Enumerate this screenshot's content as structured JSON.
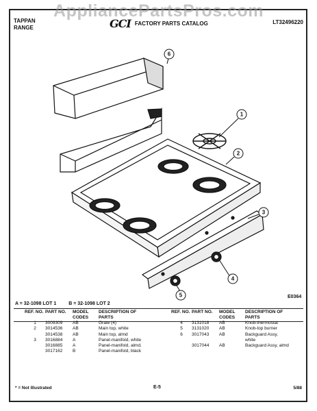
{
  "watermark": "AppliancePartsPros.com",
  "header": {
    "brand_line1": "TAPPAN",
    "brand_line2": "RANGE",
    "logo": "GCI",
    "catalog": "FACTORY PARTS CATALOG",
    "model": "LT32496220"
  },
  "figure": {
    "code": "E0364",
    "callouts": [
      "1",
      "2",
      "3",
      "4",
      "5",
      "6"
    ]
  },
  "lots": {
    "a": "A = 32-1098 LOT 1",
    "b": "B = 32-1098 LOT 2"
  },
  "columns": {
    "ref": "REF. NO.",
    "part": "PART NO.",
    "code": "MODEL CODES",
    "desc": "DESCRIPTION OF PARTS"
  },
  "parts_left": [
    {
      "ref": "1",
      "part": "3009309",
      "code": "AB",
      "desc": "Grate (4)"
    },
    {
      "ref": "2",
      "part": "3014536",
      "code": "AB",
      "desc": "Main top, white"
    },
    {
      "ref": "",
      "part": "3014538",
      "code": "AB",
      "desc": "Main top, almd"
    },
    {
      "ref": "3",
      "part": "3016884",
      "code": "A",
      "desc": "Panel-manifold, white"
    },
    {
      "ref": "",
      "part": "3016885",
      "code": "A",
      "desc": "Panel-manifold, almd."
    },
    {
      "ref": "",
      "part": "3017162",
      "code": "B",
      "desc": "Panel-manifold, black"
    }
  ],
  "parts_right": [
    {
      "ref": "4",
      "part": "3131018",
      "code": "AB",
      "desc": "Knob-thermostat"
    },
    {
      "ref": "5",
      "part": "3131020",
      "code": "AB",
      "desc": "Knob-top burner"
    },
    {
      "ref": "6",
      "part": "3017043",
      "code": "AB",
      "desc": "Backguard Assy, white"
    },
    {
      "ref": "",
      "part": "3017044",
      "code": "AB",
      "desc": "Backguard Assy, almd"
    }
  ],
  "footer": {
    "note": "* = Not Illustrated",
    "page": "E-5",
    "date": "5/88"
  }
}
